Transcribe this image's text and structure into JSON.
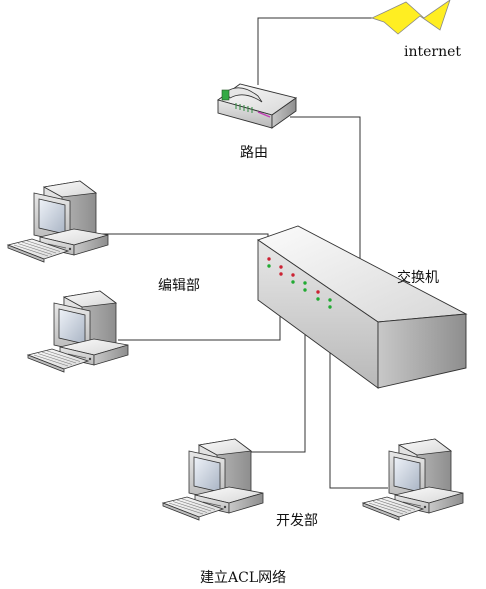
{
  "labels": {
    "internet": "internet",
    "router": "路由",
    "switch": "交换机",
    "editorial_dept": "编辑部",
    "dev_dept": "开发部",
    "caption": "建立ACL网络"
  },
  "colors": {
    "line": "#333333",
    "lightning": "#ffee22",
    "device_light": "#f2f2f2",
    "device_mid": "#cfcfcf",
    "device_dark": "#9a9a9a",
    "screen": "#cfd7e3",
    "led_green": "#22aa33",
    "led_red": "#cc2233"
  }
}
